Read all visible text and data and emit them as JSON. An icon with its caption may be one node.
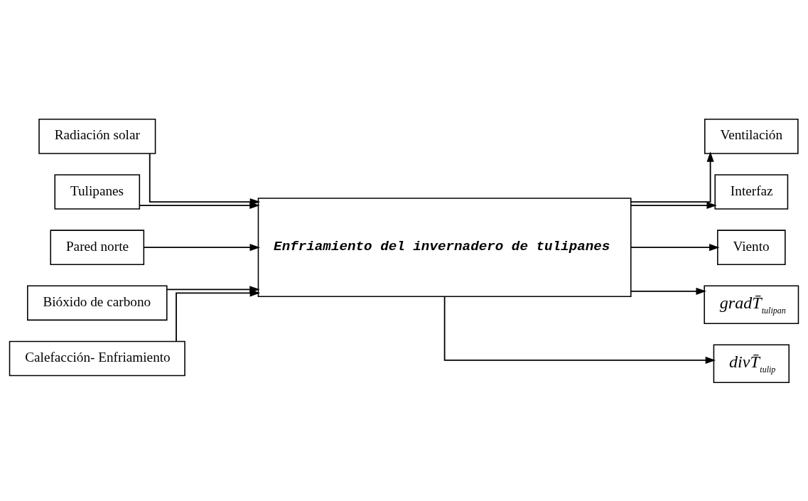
{
  "diagram": {
    "nodes": [
      {
        "text": [
          "Ventilación"
        ]
      },
      {
        "text": [
          "Interfaz"
        ]
      },
      {
        "text": [
          "Viento"
        ]
      },
      {
        "text": [
          "Radiación solar"
        ]
      },
      {
        "text": [
          "Enfriamiento del invernadero de tulipanes"
        ]
      },
      {
        "text": [
          "gradT̄$_{tulipan}$"
        ]
      },
      {
        "text": [
          "Tulipanes"
        ]
      },
      {
        "text": [
          "divT̄$_{tulip}$"
        ]
      },
      {
        "text": [
          "Pared norte"
        ]
      },
      {
        "text": [
          "Bióxido de carbono"
        ]
      },
      {
        "text": [
          "Calefacción- Enfriamiento"
        ]
      }
    ],
    "edges": [
      {
        "from": 4,
        "to": 0,
        "arrow": "to"
      },
      {
        "from": 4,
        "to": 1,
        "arrow": "to"
      },
      {
        "from": 4,
        "to": 2,
        "arrow": "to"
      },
      {
        "from": 3,
        "to": 4,
        "arrow": "to"
      },
      {
        "from": 6,
        "to": 4,
        "arrow": "to"
      },
      {
        "from": 8,
        "to": 4,
        "arrow": "to"
      },
      {
        "from": 10,
        "to": 4,
        "arrow": "to"
      },
      {
        "from": 4,
        "to": 5,
        "arrow": "to"
      },
      {
        "from": 4,
        "to": 7,
        "arrow": "to"
      },
      {
        "from": 9,
        "to": 4,
        "arrow": "to"
      }
    ]
  }
}
